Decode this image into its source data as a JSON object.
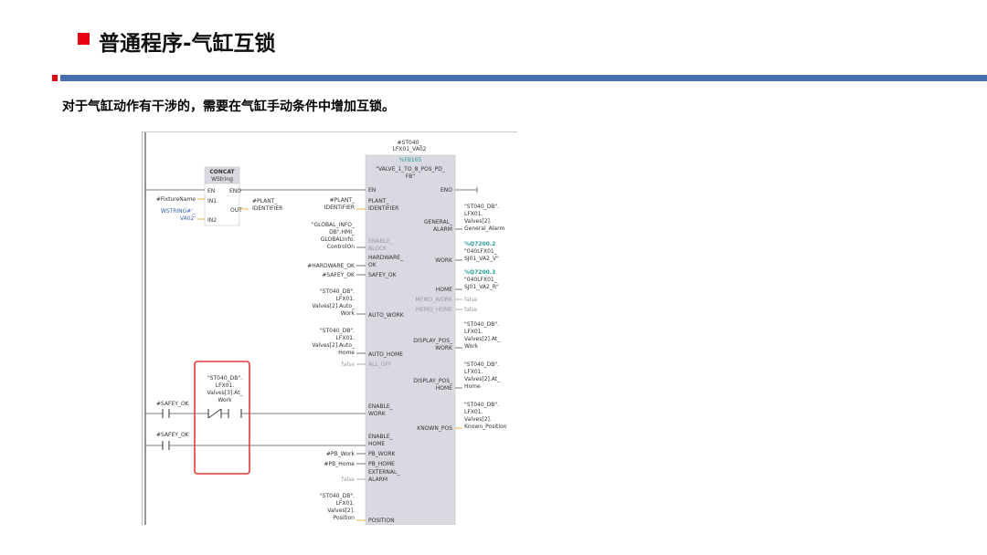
{
  "slide": {
    "title": "普通程序-气缸互锁",
    "subtitle": "对于气缸动作有干涉的，需要在气缸手动条件中增加互锁。"
  },
  "colors": {
    "accent_red": "#e60012",
    "rule_blue": "#4a6fb0",
    "block_gray": "#d9d9e1",
    "highlight_red": "#e23a3a",
    "address_teal": "#2aa198"
  },
  "concat": {
    "title1": "CONCAT",
    "title2": "WString",
    "en": "EN",
    "eno": "ENO",
    "in1": "IN1",
    "in2": "IN2",
    "out": "OUT",
    "in1_value": "#FixtureName",
    "in2_value1": "WSTRING#'_",
    "in2_value2": "VA02'",
    "out_value1": "#PLANT_",
    "out_value2": "IDENTIFIER"
  },
  "fb": {
    "instance1": "#ST040_",
    "instance2": "LFX01_VA02",
    "number": "%FB165",
    "name1": "\"VALVE_1_TO_8_POS_PD_",
    "name2": "FB\"",
    "en": "EN",
    "eno": "ENO",
    "pins_left": {
      "plant1": "PLANT_",
      "plant2": "IDENTIFIER",
      "enable_block1": "ENABLE_",
      "enable_block2": "BLOCK",
      "hw1": "HARDWARE_",
      "hw2": "OK",
      "safey": "SAFEY_OK",
      "auto_work": "AUTO_WORK",
      "auto_home": "AUTO_HOME",
      "all_off": "ALL_OFF",
      "enable_work1": "ENABLE_",
      "enable_work2": "WORK",
      "enable_home1": "ENABLE_",
      "enable_home2": "HOME",
      "pb_work": "PB_WORK",
      "pb_home": "PB_HOME",
      "ext1": "EXTERNAL_",
      "ext2": "ALARM",
      "position": "POSITION"
    },
    "pins_right": {
      "general1": "GENERAL_",
      "general2": "ALARM",
      "work": "WORK",
      "home": "HOME",
      "memo_work": "MEMO_WORK",
      "memo_home": "MEMO_HOME",
      "disp_work1": "DISPLAY_POS_",
      "disp_work2": "WORK",
      "disp_home1": "DISPLAY_POS_",
      "disp_home2": "HOME",
      "known": "KNOWN_POS"
    }
  },
  "operands_left": {
    "plant1": "#PLANT_",
    "plant2": "IDENTIFIER",
    "gi1": "\"GLOBAL_INFO_",
    "gi2": "DB\".HMI_",
    "gi3": "GLOBALInfo.",
    "gi4": "ControlOn",
    "hw": "#HARDWARE_OK",
    "safey": "#SAFEY_OK",
    "aw1": "\"ST040_DB\".",
    "aw2": "LFX01.",
    "aw3": "Valves[2].Auto_",
    "aw4": "Work",
    "ah1": "\"ST040_DB\".",
    "ah2": "LFX01.",
    "ah3": "Valves[2].Auto_",
    "ah4": "Home",
    "all_off": "false",
    "pb_work": "#PB_Work",
    "pb_home": "#PB_Home",
    "ext": "false",
    "pos1": "\"ST040_DB\".",
    "pos2": "LFX01.",
    "pos3": "Valves[2].",
    "pos4": "Position"
  },
  "operands_right": {
    "ga1": "\"ST040_DB\".",
    "ga2": "LFX01.",
    "ga3": "Valves[2].",
    "ga4": "General_Alarm",
    "work_addr": "%Q7200.2",
    "work1": "\"040LFX01_",
    "work2": "SJ01_VA2_V\"",
    "home_addr": "%Q7200.3",
    "home1": "\"040LFX01_",
    "home2": "SJ01_VA2_R\"",
    "memo_work": "false",
    "memo_home": "false",
    "dw1": "\"ST040_DB\".",
    "dw2": "LFX01.",
    "dw3": "Valves[2].At_",
    "dw4": "Work",
    "dh1": "\"ST040_DB\".",
    "dh2": "LFX01.",
    "dh3": "Valves[2].At_",
    "dh4": "Home",
    "kp1": "\"ST040_DB\".",
    "kp2": "LFX01.",
    "kp3": "Valves[2].",
    "kp4": "Known_Position"
  },
  "contacts": {
    "safey1": "#SAFEY_OK",
    "safey2": "#SAFEY_OK",
    "nc1": "\"ST040_DB\".",
    "nc2": "LFX01.",
    "nc3": "Valves[3].At_",
    "nc4": "Work"
  }
}
